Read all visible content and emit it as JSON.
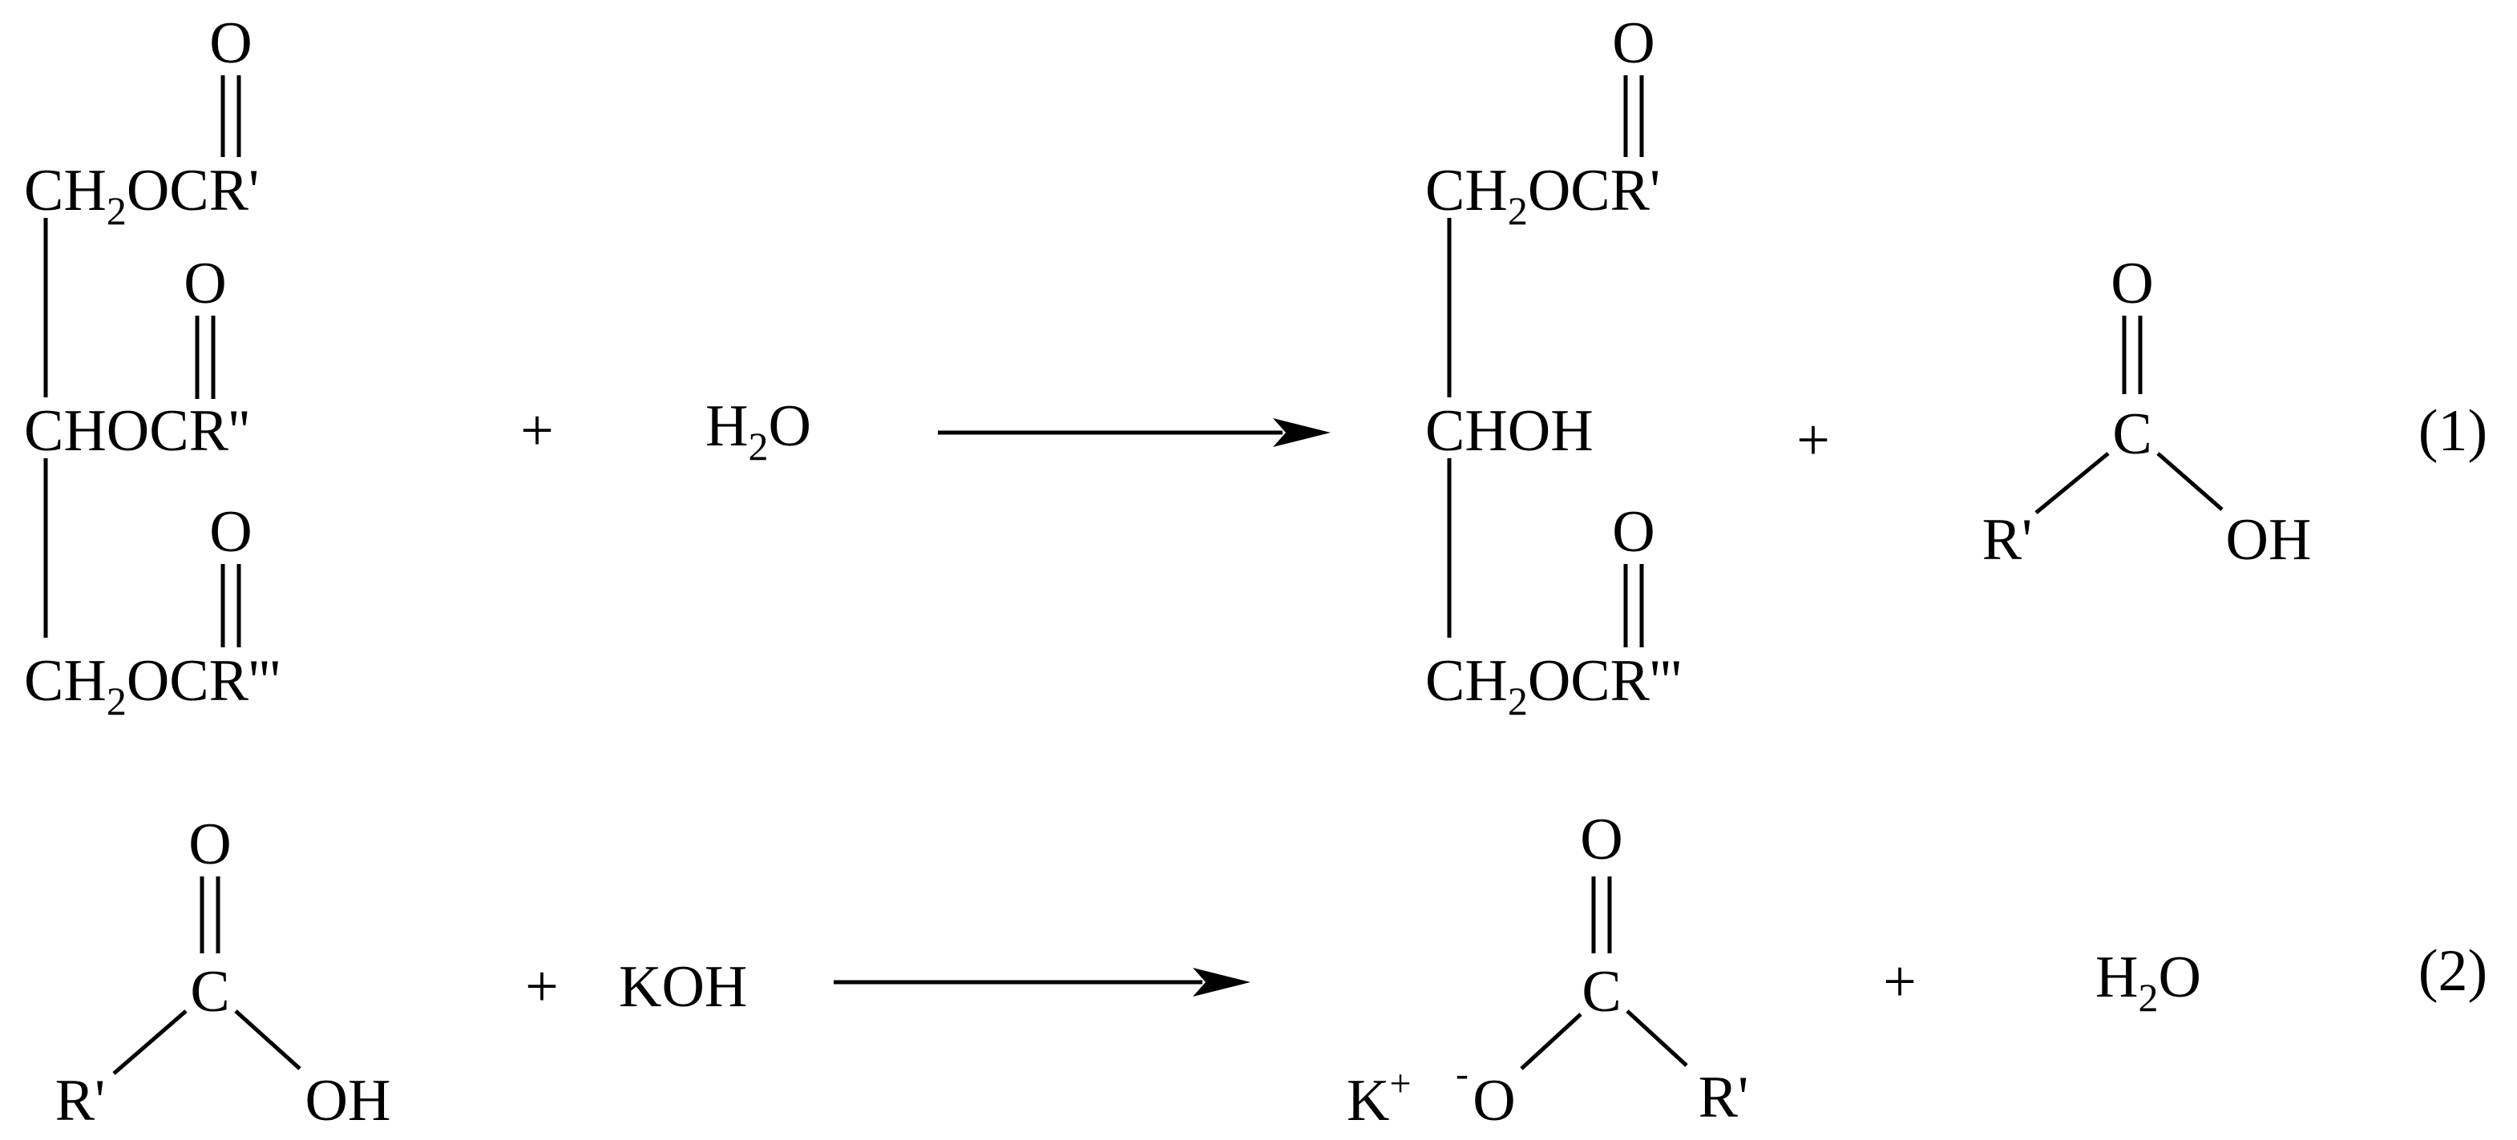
{
  "reaction1": {
    "triglyceride": {
      "top_ch2": "CH",
      "top_sub": "2",
      "top_rest": "OCR'",
      "top_o": "O",
      "mid": "CHOCR''",
      "mid_o": "O",
      "bot_ch2": "CH",
      "bot_sub": "2",
      "bot_rest": "OCR'''",
      "bot_o": "O"
    },
    "plus1": "+",
    "water": {
      "h": "H",
      "sub": "2",
      "o": "O"
    },
    "diglyceride": {
      "top_ch2": "CH",
      "top_sub": "2",
      "top_rest": "OCR'",
      "top_o": "O",
      "mid": "CHOH",
      "bot_ch2": "CH",
      "bot_sub": "2",
      "bot_rest": "OCR'''",
      "bot_o": "O"
    },
    "plus2": "+",
    "acid": {
      "o": "O",
      "c": "C",
      "r": "R'",
      "oh": "OH"
    },
    "number": "(1)"
  },
  "reaction2": {
    "acid": {
      "o": "O",
      "c": "C",
      "r": "R'",
      "oh": "OH"
    },
    "plus1": "+",
    "base": "KOH",
    "salt": {
      "k": "K",
      "k_charge": "+",
      "o_charge": "-",
      "o_minus": "O",
      "o_top": "O",
      "c": "C",
      "r": "R'"
    },
    "plus2": "+",
    "water": {
      "h": "H",
      "sub": "2",
      "o": "O"
    },
    "number": "(2)"
  }
}
